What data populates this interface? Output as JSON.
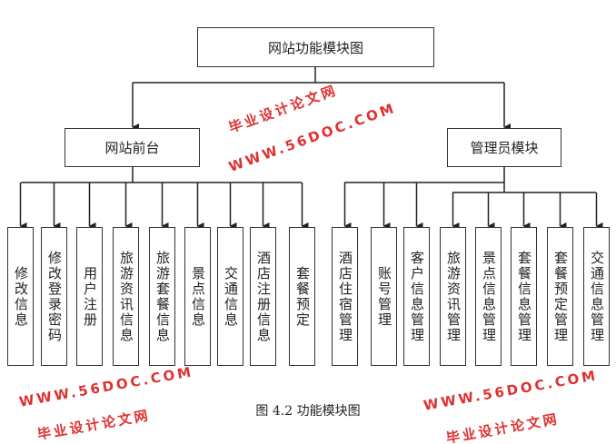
{
  "root": {
    "label": "网站功能模块图"
  },
  "front": {
    "label": "网站前台",
    "children": [
      "修改信息",
      "修改登录密码",
      "用户注册",
      "旅游资讯信息",
      "旅游套餐信息",
      "景点信息",
      "交通信息",
      "酒店注册信息",
      "套餐预定"
    ]
  },
  "admin": {
    "label": "管理员模块",
    "children": [
      "酒店住宿管理",
      "账号管理",
      "客户信息管理",
      "旅游资讯管理",
      "景点信息管理",
      "套餐信息管理",
      "套餐预定管理",
      "交通信息管理"
    ]
  },
  "caption": "图 4.2 功能模块图",
  "watermark": {
    "url": "WWW.56DOC.COM",
    "site": "毕业设计论文网",
    "color": "#e03030"
  }
}
